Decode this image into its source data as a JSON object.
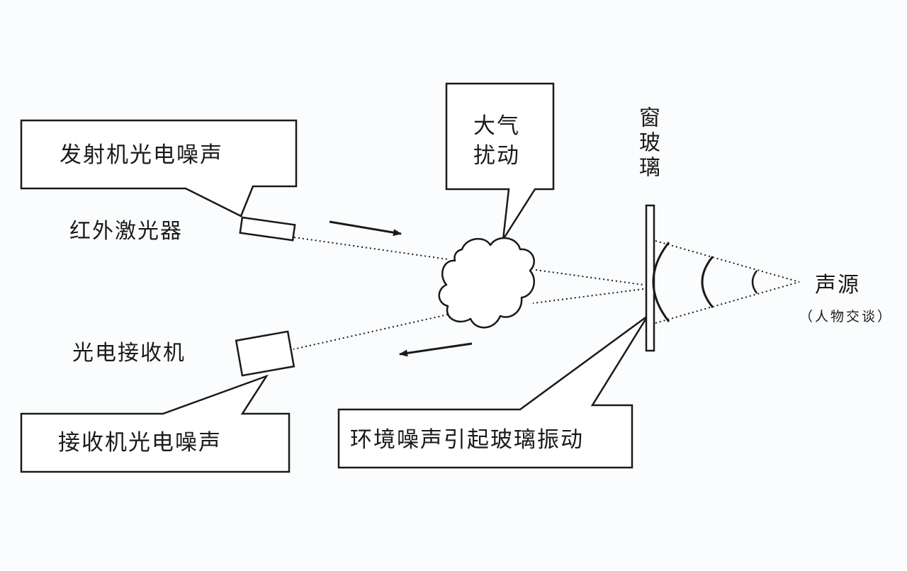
{
  "callouts": {
    "transmitter_noise": "发射机光电噪声",
    "atmospheric_disturbance": "大气扰动",
    "receiver_noise": "接收机光电噪声",
    "environment_noise": "环境噪声引起玻璃振动"
  },
  "labels": {
    "ir_laser": "红外激光器",
    "photo_receiver": "光电接收机",
    "window_glass": "窗玻璃",
    "sound_source": "声源",
    "sound_source_note": "（人物交谈）"
  },
  "colors": {
    "ink": "#1a1a1a",
    "background": "#fbfcfd"
  }
}
